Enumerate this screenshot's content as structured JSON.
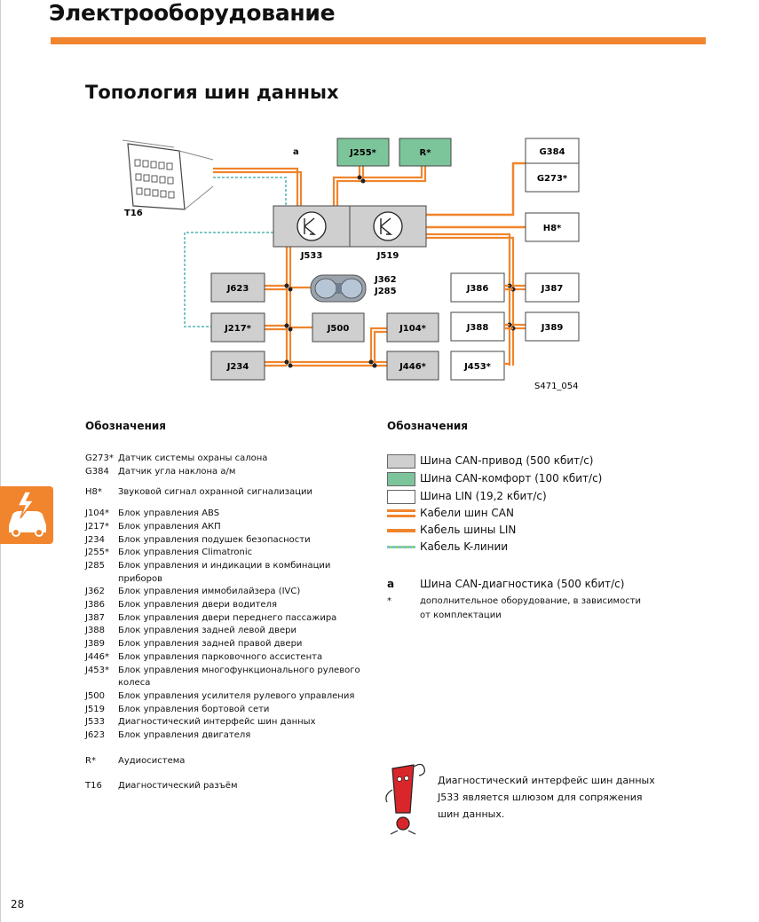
{
  "page": {
    "chapter_title": "Электрооборудование",
    "section_title": "Топология шин данных",
    "page_number": "28"
  },
  "diagram": {
    "figure_id": "S471_054",
    "bus_a_label": "a",
    "t16_label": "T16",
    "cluster_label_1": "J362",
    "cluster_label_2": "J285",
    "boxes": {
      "J255": "J255*",
      "R": "R*",
      "G384": "G384",
      "G273": "G273*",
      "J533": "J533",
      "J519": "J519",
      "H8": "H8*",
      "J623": "J623",
      "J217": "J217*",
      "J500": "J500",
      "J104": "J104*",
      "J234": "J234",
      "J446": "J446*",
      "J386": "J386",
      "J387": "J387",
      "J388": "J388",
      "J389": "J389",
      "J453": "J453*"
    },
    "colors": {
      "can_drive": "#cfcfcf",
      "can_comfort": "#7cc59b",
      "lin": "#ffffff",
      "cable": "#f0852d",
      "k_line": "#7cc6c4"
    }
  },
  "legend_left": {
    "heading": "Обозначения",
    "items": [
      {
        "code": "G273*",
        "text": "Датчик системы охраны салона"
      },
      {
        "code": "G384",
        "text": "Датчик угла наклона а/м"
      },
      {
        "code": "H8*",
        "text": "Звуковой сигнал охранной сигнализации"
      },
      {
        "code": "J104*",
        "text": "Блок управления ABS"
      },
      {
        "code": "J217*",
        "text": "Блок управления АКП"
      },
      {
        "code": "J234",
        "text": "Блок управления подушек безопасности"
      },
      {
        "code": "J255*",
        "text": "Блок управления Climatronic"
      },
      {
        "code": "J285",
        "text": "Блок управления и индикации в комбинации приборов"
      },
      {
        "code": "J362",
        "text": "Блок управления иммобилайзера (IVC)"
      },
      {
        "code": "J386",
        "text": "Блок управления двери водителя"
      },
      {
        "code": "J387",
        "text": "Блок управления двери переднего пассажира"
      },
      {
        "code": "J388",
        "text": "Блок управления задней левой двери"
      },
      {
        "code": "J389",
        "text": "Блок управления задней правой двери"
      },
      {
        "code": "J446*",
        "text": "Блок управления парковочного ассистента"
      },
      {
        "code": "J453*",
        "text": "Блок управления многофункционального рулевого колеса"
      },
      {
        "code": "J500",
        "text": "Блок управления усилителя рулевого управления"
      },
      {
        "code": "J519",
        "text": "Блок управления бортовой сети"
      },
      {
        "code": "J533",
        "text": "Диагностический интерфейс шин данных"
      },
      {
        "code": "J623",
        "text": "Блок управления двигателя"
      },
      {
        "code": "R*",
        "text": "Аудиосистема"
      },
      {
        "code": "T16",
        "text": "Диагностический разъём"
      }
    ]
  },
  "legend_right": {
    "heading": "Обозначения",
    "items": [
      {
        "label": "Шина CAN-привод (500 кбит/с)"
      },
      {
        "label": "Шина CAN-комфорт (100 кбит/с)"
      },
      {
        "label": "Шина LIN (19,2 кбит/с)"
      },
      {
        "label": "Кабели шин CAN"
      },
      {
        "label": "Кабель шины LIN"
      },
      {
        "label": "Кабель K-линии"
      }
    ],
    "a_code": "a",
    "a_text": "Шина CAN-диагностика (500 кбит/с)",
    "star_code": "*",
    "star_text_1": "дополнительное оборудование, в зависимости",
    "star_text_2": "от комплектации"
  },
  "hint": {
    "line1": "Диагностический интерфейс шин данных",
    "line2": "J533 является шлюзом для сопряжения",
    "line3": "шин данных."
  }
}
